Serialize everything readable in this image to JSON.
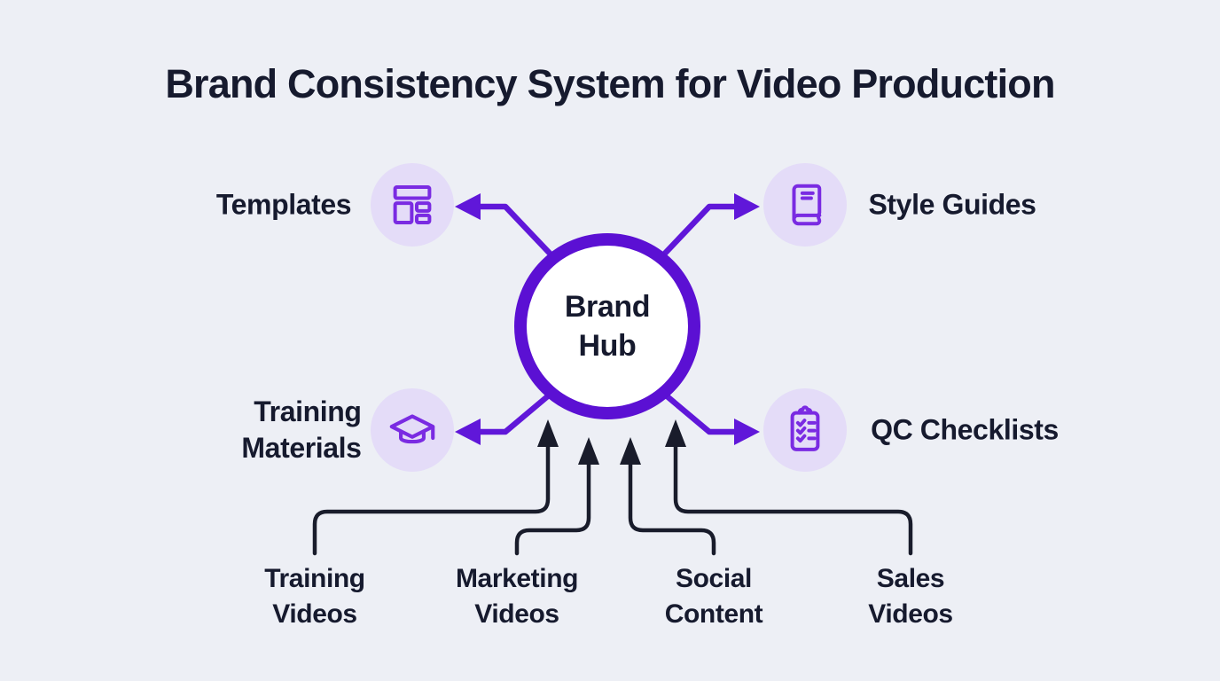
{
  "title": "Brand Consistency System for Video Production",
  "hub": {
    "label": "Brand\nHub"
  },
  "nodes": [
    {
      "id": "templates",
      "label": "Templates",
      "icon": "layout-template-icon",
      "position": "top-left"
    },
    {
      "id": "style-guides",
      "label": "Style Guides",
      "icon": "book-icon",
      "position": "top-right"
    },
    {
      "id": "training-materials",
      "label": "Training\nMaterials",
      "icon": "graduation-cap-icon",
      "position": "bottom-left"
    },
    {
      "id": "qc-checklists",
      "label": "QC Checklists",
      "icon": "clipboard-check-icon",
      "position": "bottom-right"
    }
  ],
  "inputs": [
    {
      "id": "training-videos",
      "label": "Training\nVideos"
    },
    {
      "id": "marketing-videos",
      "label": "Marketing\nVideos"
    },
    {
      "id": "social-content",
      "label": "Social\nContent"
    },
    {
      "id": "sales-videos",
      "label": "Sales\nVideos"
    }
  ],
  "colors": {
    "background": "#EDEFF5",
    "text": "#161A2E",
    "hub_border": "#5B10D3",
    "hub_fill": "#FFFFFF",
    "arrow_purple": "#6017D9",
    "icon_stroke": "#7A2BE2",
    "icon_circle_bg": "#E4DCF8",
    "connector": "#191C2B"
  }
}
